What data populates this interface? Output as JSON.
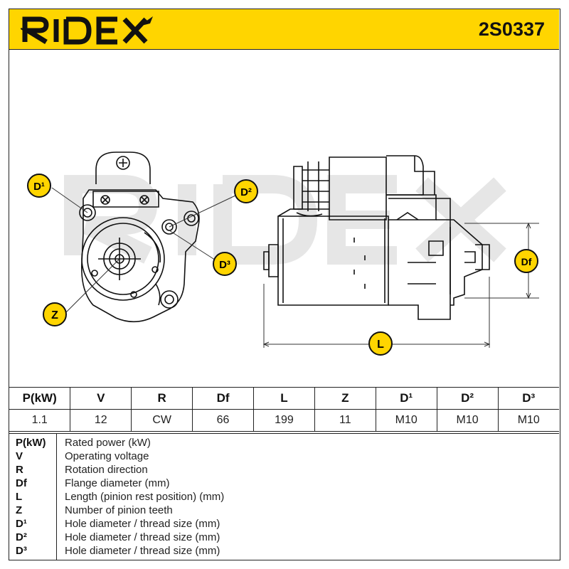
{
  "brand": {
    "logo_text": "RIDEX",
    "part_number": "2S0337",
    "accent_color": "#ffd500"
  },
  "diagram": {
    "watermark_text": "RIDEX",
    "callouts": {
      "d1": "D¹",
      "d2": "D²",
      "d3": "D³",
      "z": "Z",
      "l": "L",
      "df": "Df"
    }
  },
  "spec_table": {
    "headers": [
      "P(kW)",
      "V",
      "R",
      "Df",
      "L",
      "Z",
      "D¹",
      "D²",
      "D³"
    ],
    "values": [
      "1.1",
      "12",
      "CW",
      "66",
      "199",
      "11",
      "M10",
      "M10",
      "M10"
    ]
  },
  "legend": [
    {
      "key": "P(kW)",
      "desc": "Rated power (kW)"
    },
    {
      "key": "V",
      "desc": "Operating voltage"
    },
    {
      "key": "R",
      "desc": "Rotation direction"
    },
    {
      "key": "Df",
      "desc": "Flange diameter (mm)"
    },
    {
      "key": "L",
      "desc": "Length (pinion rest position) (mm)"
    },
    {
      "key": "Z",
      "desc": "Number of pinion teeth"
    },
    {
      "key": "D¹",
      "desc": "Hole diameter / thread size (mm)"
    },
    {
      "key": "D²",
      "desc": "Hole diameter / thread size (mm)"
    },
    {
      "key": "D³",
      "desc": "Hole diameter / thread size (mm)"
    }
  ]
}
